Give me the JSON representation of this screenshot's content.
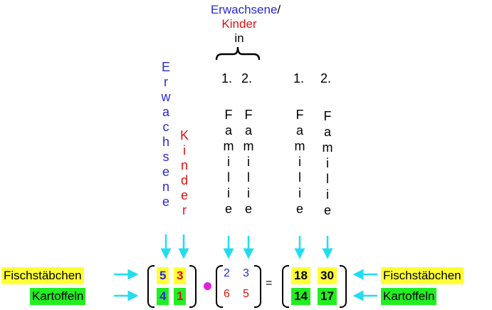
{
  "top_label": {
    "erwachsene": "Erwachsene",
    "slash": "/",
    "kinder": "Kinder",
    "in": "in"
  },
  "erwachsene_letters": [
    "E",
    "r",
    "w",
    "a",
    "c",
    "h",
    "s",
    "e",
    "n",
    "e"
  ],
  "kinder_letters": [
    "K",
    "i",
    "n",
    "d",
    "e",
    "r"
  ],
  "familie_letters": [
    "F",
    "a",
    "m",
    "i",
    "l",
    "i",
    "e"
  ],
  "family_numbers": {
    "first": "1.",
    "second": "2."
  },
  "rows": {
    "fish": "Fischstäbchen",
    "potatoes": "Kartoffeln"
  },
  "matrix_a": {
    "r1c1": "5",
    "r1c2": "3",
    "r2c1": "4",
    "r2c2": "1"
  },
  "matrix_b": {
    "r1c1": "2",
    "r1c2": "3",
    "r2c1": "6",
    "r2c2": "5"
  },
  "matrix_c": {
    "r1c1": "18",
    "r1c2": "30",
    "r2c1": "14",
    "r2c2": "17"
  },
  "equals": "=",
  "colors": {
    "blue": "#2a2ad8",
    "red": "#e01010",
    "arrow": "#22ddee",
    "yellow": "#ffff33",
    "green": "#22ee22",
    "dot": "#e020e0"
  }
}
